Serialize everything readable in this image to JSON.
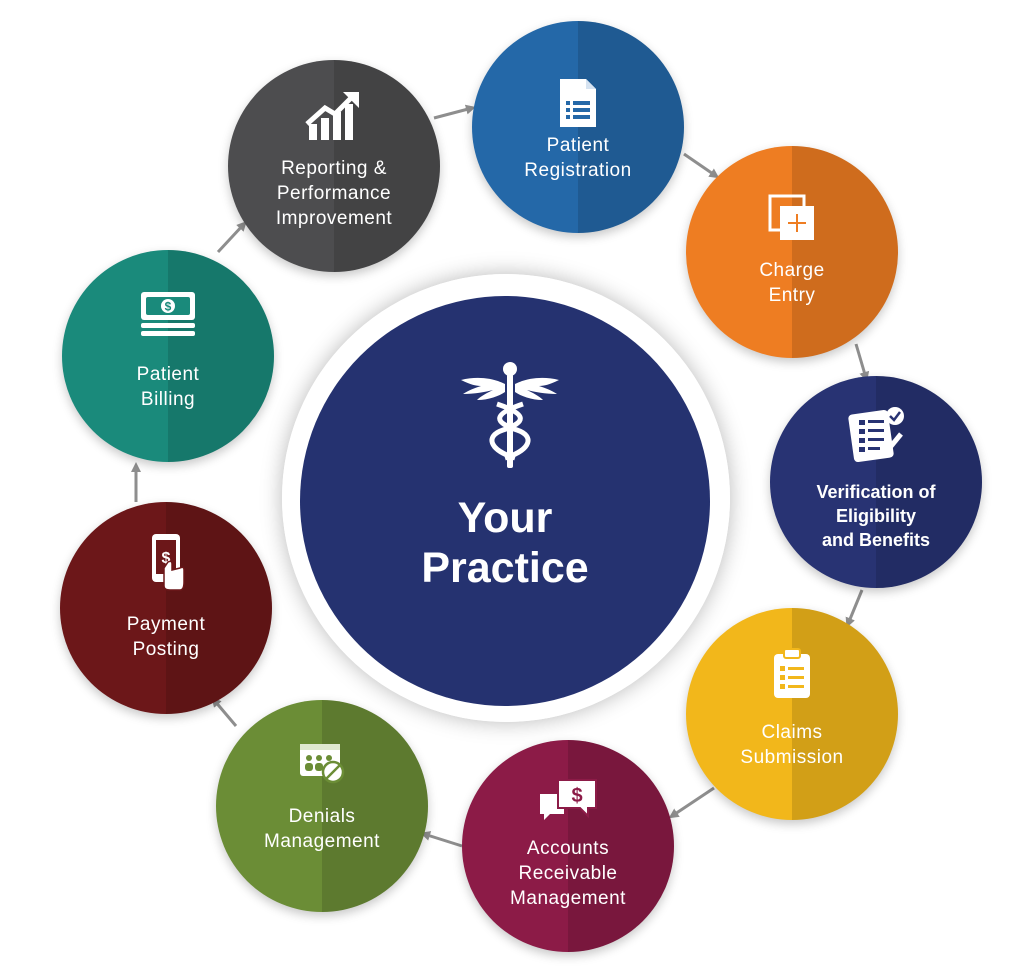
{
  "center": {
    "title": "Your\nPractice",
    "icon": "caduceus-icon",
    "color": "#253270"
  },
  "steps": [
    {
      "id": "patient-registration",
      "label": "Patient\nRegistration",
      "icon": "document-list-icon",
      "color": "#2468a8"
    },
    {
      "id": "charge-entry",
      "label": "Charge\nEntry",
      "icon": "add-pages-icon",
      "color": "#ee7d22"
    },
    {
      "id": "verification",
      "label": "Verification of\nEligibility\nand Benefits",
      "icon": "checklist-icon",
      "color": "#283373"
    },
    {
      "id": "claims-submission",
      "label": "Claims\nSubmission",
      "icon": "clipboard-icon",
      "color": "#f2b71b"
    },
    {
      "id": "accounts-receivable",
      "label": "Accounts\nReceivable\nManagement",
      "icon": "chat-dollar-icon",
      "color": "#8c1b47"
    },
    {
      "id": "denials-management",
      "label": "Denials\nManagement",
      "icon": "denied-users-icon",
      "color": "#6b8d36"
    },
    {
      "id": "payment-posting",
      "label": "Payment\nPosting",
      "icon": "mobile-payment-icon",
      "color": "#6c1719"
    },
    {
      "id": "patient-billing",
      "label": "Patient\nBilling",
      "icon": "cash-stack-icon",
      "color": "#1a8a7b"
    },
    {
      "id": "reporting",
      "label": "Reporting &\nPerformance\nImprovement",
      "icon": "growth-chart-icon",
      "color": "#4d4d4f"
    }
  ],
  "arrow_color": "#8e8e8e"
}
